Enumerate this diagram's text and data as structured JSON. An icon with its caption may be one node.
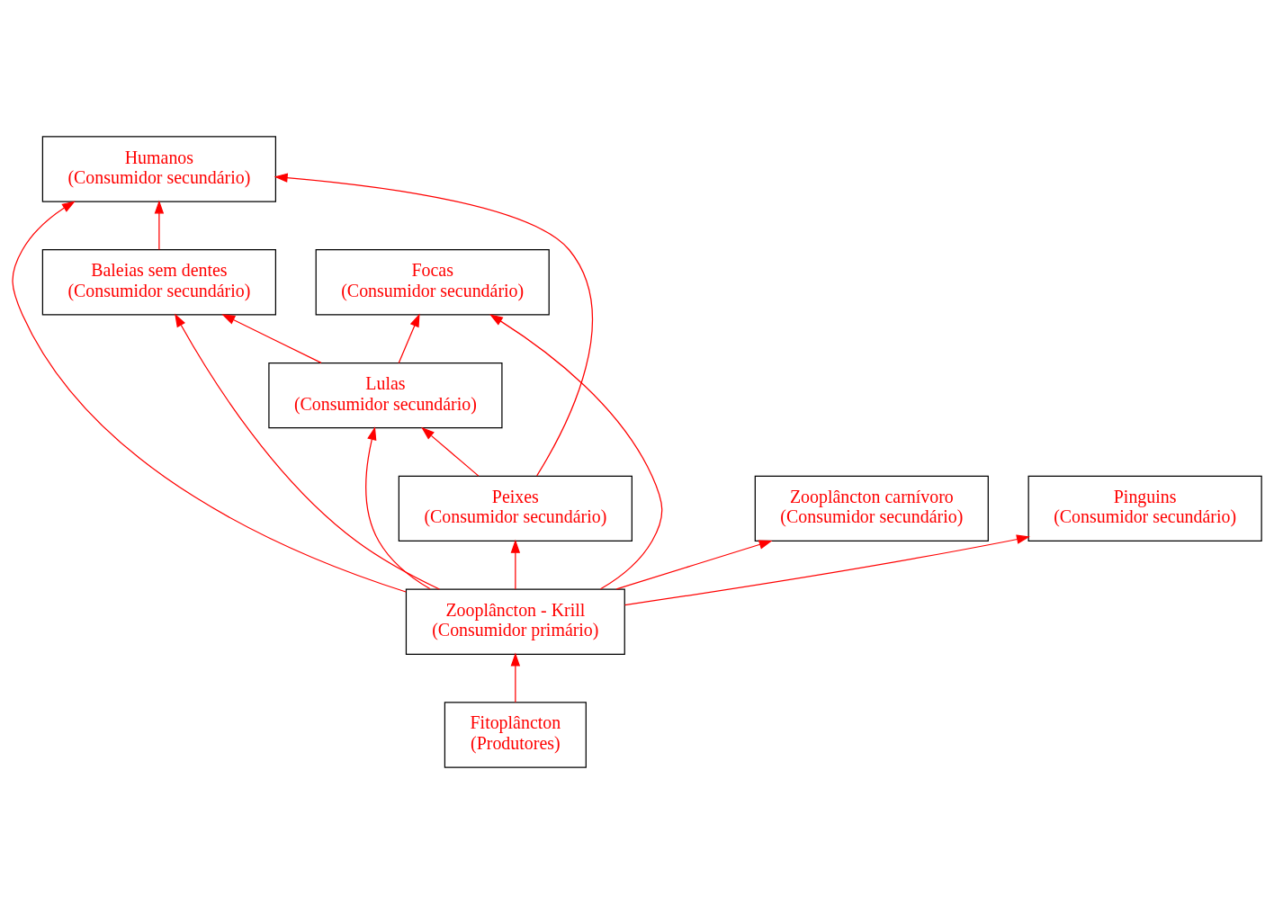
{
  "diagram": {
    "nodes": [
      {
        "text": [
          "Humanos",
          "(Consumidor secundário)"
        ]
      },
      {
        "text": [
          "Baleias sem dentes",
          "(Consumidor secundário)"
        ]
      },
      {
        "text": [
          "Focas",
          "(Consumidor secundário)"
        ]
      },
      {
        "text": [
          "Lulas",
          "(Consumidor secundário)"
        ]
      },
      {
        "text": [
          "Zooplâncton carnívoro",
          "(Consumidor secundário)"
        ]
      },
      {
        "text": [
          "Pinguins",
          "(Consumidor secundário)"
        ]
      },
      {
        "text": [
          "Peixes",
          "(Consumidor secundário)"
        ]
      },
      {
        "text": [
          "Zooplâncton - Krill",
          "(Consumidor primário)"
        ]
      },
      {
        "text": [
          "Fitoplâncton",
          "(Produtores)"
        ]
      }
    ],
    "edges": [
      {
        "from": 1,
        "to": 0,
        "arrow": "to"
      },
      {
        "from": 3,
        "to": 1,
        "arrow": "to"
      },
      {
        "from": 3,
        "to": 2,
        "arrow": "to"
      },
      {
        "from": 7,
        "to": 1,
        "arrow": "to"
      },
      {
        "from": 7,
        "to": 4,
        "arrow": "to"
      },
      {
        "from": 7,
        "to": 5,
        "arrow": "to"
      },
      {
        "from": 7,
        "to": 2,
        "arrow": "to"
      },
      {
        "from": 7,
        "to": 3,
        "arrow": "to"
      },
      {
        "from": 7,
        "to": 6,
        "arrow": "to"
      },
      {
        "from": 6,
        "to": 3,
        "arrow": "to"
      },
      {
        "from": 6,
        "to": 0,
        "arrow": "to"
      },
      {
        "from": 7,
        "to": 0,
        "arrow": "to"
      },
      {
        "from": 8,
        "to": 7,
        "arrow": "to"
      }
    ]
  }
}
